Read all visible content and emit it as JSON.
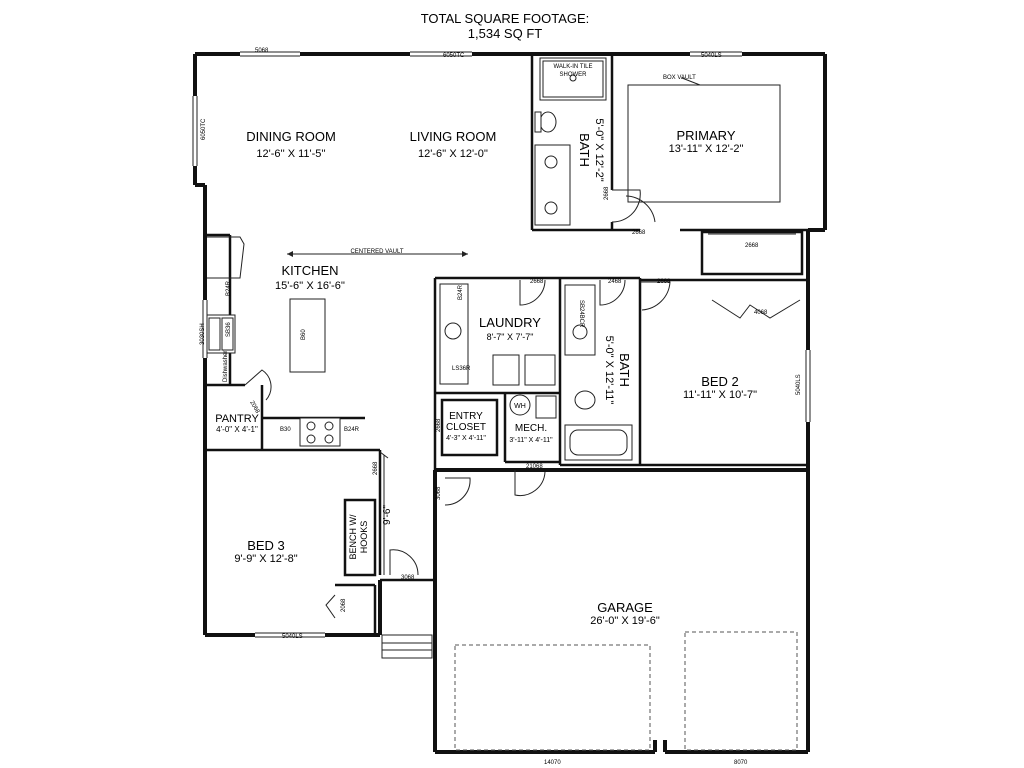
{
  "header": {
    "title_line1": "TOTAL SQUARE FOOTAGE:",
    "title_line2": "1,534 SQ FT"
  },
  "rooms": {
    "dining": {
      "name": "DINING ROOM",
      "dim": "12'-6'' X 11'-5''"
    },
    "living": {
      "name": "LIVING ROOM",
      "dim": "12'-6'' X 12'-0''"
    },
    "primary": {
      "name": "PRIMARY",
      "dim": "13'-11\" X 12'-2\""
    },
    "bath1": {
      "name": "BATH",
      "dim": "5'-0\" X 12'-2\""
    },
    "kitchen": {
      "name": "KITCHEN",
      "dim": "15'-6'' X 16'-6''"
    },
    "laundry": {
      "name": "LAUNDRY",
      "dim": "8'-7\" X 7'-7\""
    },
    "bath2": {
      "name": "BATH",
      "dim": "5'-0\" X 12'-11\""
    },
    "bed2": {
      "name": "BED 2",
      "dim": "11'-11\" X 10'-7\""
    },
    "pantry": {
      "name": "PANTRY",
      "dim": "4'-0\" X 4'-1\""
    },
    "entry_closet": {
      "name1": "ENTRY",
      "name2": "CLOSET",
      "dim": "4'-3\" X 4'-11\""
    },
    "mech": {
      "name": "MECH.",
      "dim": "3'-11\" X 4'-11\""
    },
    "bed3": {
      "name": "BED 3",
      "dim": "9'-9\" X 12'-8\""
    },
    "bench": {
      "name1": "BENCH W/",
      "name2": "HOOKS"
    },
    "garage": {
      "name": "GARAGE",
      "dim": "26'-0\" X 19'-6\""
    }
  },
  "notes": {
    "walk_in_shower1": "WALK-IN TILE",
    "walk_in_shower2": "SHOWER",
    "box_vault": "BOX VAULT",
    "centered_vault": "CENTERED VAULT",
    "wh": "WH",
    "hall_dim": "9'-6\""
  },
  "tags": {
    "w_dining_top": "5068",
    "w_living_top": "6050TC",
    "w_primary_top": "5040LS",
    "w_dining_left": "6050TC",
    "w_bed2_right": "5040LS",
    "w_bed3_bottom": "5040LS",
    "d_bath1": "2668",
    "d_primary": "2668",
    "d_primary_closet": "2668",
    "d_laundry": "2668",
    "d_bath2": "2468",
    "d_bed2": "2668",
    "d_bed2_closet": "4068",
    "d_pantry": "2068",
    "d_entry_closet": "2668",
    "d_mech": "21068",
    "d_garage": "3068",
    "d_bed3": "2668",
    "d_bed3_closet": "2068",
    "d_entry": "3068",
    "k_b24r": "B24R",
    "k_sb36": "SB36",
    "k_dw": "Dishwasher",
    "k_b30": "B30",
    "k_b24r2": "B24R",
    "k_b60": "B60",
    "l_b24r": "B24R",
    "l_ls36r": "LS36R",
    "b_sb24bcr": "SB24BCR",
    "g_garage_door1": "14070",
    "g_garage_door2": "8070",
    "k_window": "3030SH"
  }
}
